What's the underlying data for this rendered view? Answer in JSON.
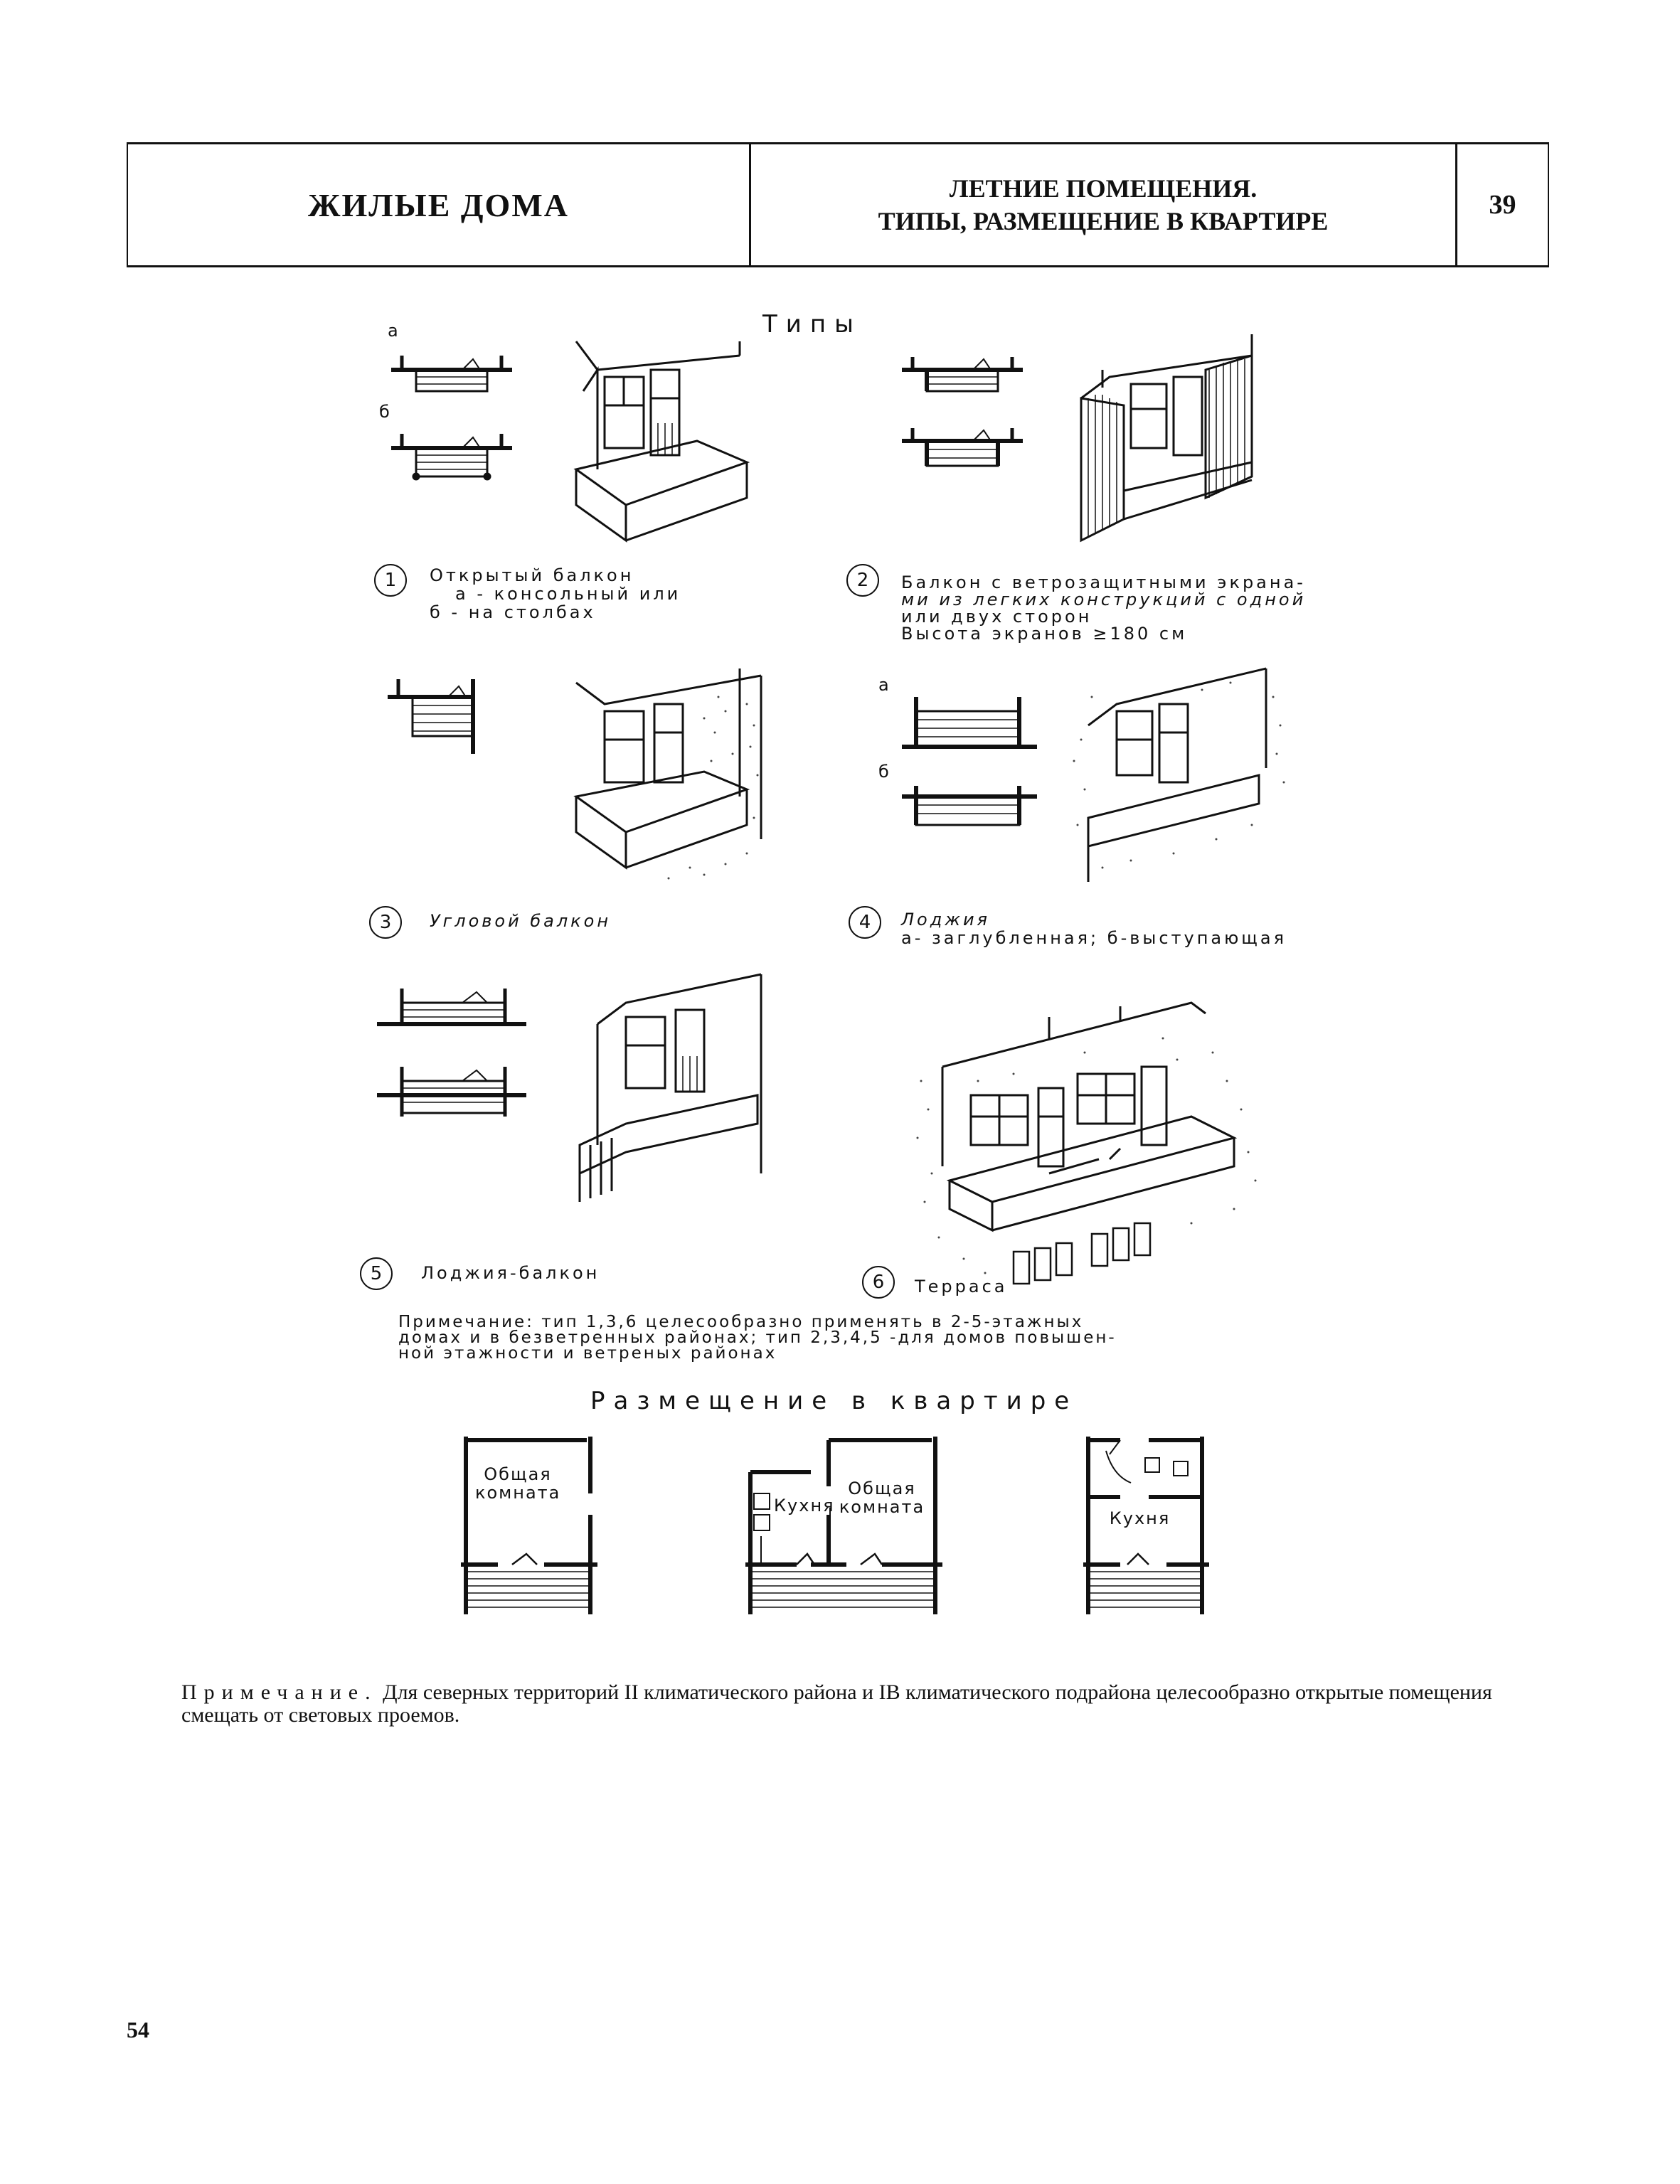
{
  "header": {
    "section": "ЖИЛЫЕ ДОМА",
    "title_line1": "ЛЕТНИЕ ПОМЕЩЕНИЯ.",
    "title_line2": "ТИПЫ, РАЗМЕЩЕНИЕ В КВАРТИРЕ",
    "sheet_number": "39"
  },
  "types_title": "Типы",
  "placement_title": "Размещение в квартире",
  "variants": {
    "a": "а",
    "b": "б"
  },
  "figures": [
    {
      "num": "1",
      "caption_line1": "Открытый балкон",
      "caption_line2": "а - консольный или",
      "caption_line3": "б - на столбах"
    },
    {
      "num": "2",
      "caption_line1": "Балкон с ветрозащитными экрана-",
      "caption_line2": "ми из легких конструкций с одной",
      "caption_line3": "или двух сторон",
      "caption_line4": "Высота экранов ≥180 см"
    },
    {
      "num": "3",
      "caption_line1": "Угловой балкон"
    },
    {
      "num": "4",
      "caption_line1": "Лоджия",
      "caption_line2": "а- заглубленная; б-выступающая"
    },
    {
      "num": "5",
      "caption_line1": "Лоджия-балкон"
    },
    {
      "num": "6",
      "caption_line1": "Терраса"
    }
  ],
  "figure_note": {
    "line1": "Примечание: тип 1,3,6 целесообразно применять в 2-5-этажных",
    "line2": "домах и в безветренных районах; тип 2,3,4,5 -для домов повышен-",
    "line3": "ной этажности и ветреных районах"
  },
  "plans": {
    "plan1_room": [
      "Общая",
      "комната"
    ],
    "plan2_kitchen": "Кухня",
    "plan2_room": [
      "Общая",
      "комната"
    ],
    "plan3_kitchen": "Кухня"
  },
  "bottom_note": {
    "label": "Примечание.",
    "text": " Для северных территорий II климатического района и IB климатического подрайона целесообразно открытые помещения смещать от световых проемов."
  },
  "page_number": "54"
}
